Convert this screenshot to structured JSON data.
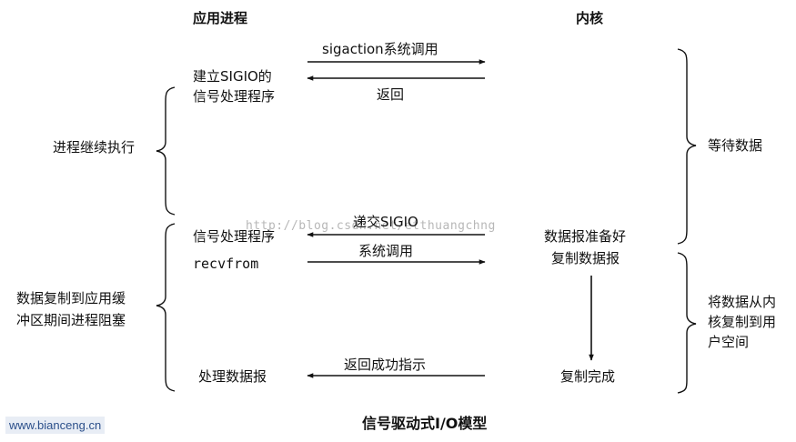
{
  "headers": {
    "app": "应用进程",
    "kernel": "内核"
  },
  "arrows": {
    "sigaction": "sigaction系统调用",
    "return1": "返回",
    "deliver": "递交SIGIO",
    "syscall": "系统调用",
    "return2": "返回成功指示"
  },
  "app_steps": {
    "setup_line1": "建立SIGIO的",
    "setup_line2": "信号处理程序",
    "handler": "信号处理程序",
    "recvfrom": "recvfrom",
    "process": "处理数据报"
  },
  "left_labels": {
    "continue": "进程继续执行",
    "blocked_line1": "数据复制到应用缓",
    "blocked_line2": "冲区期间进程阻塞"
  },
  "kernel_steps": {
    "ready": "数据报准备好",
    "copy": "复制数据报",
    "done": "复制完成"
  },
  "right_labels": {
    "wait": "等待数据",
    "copy_line1": "将数据从内",
    "copy_line2": "核复制到用",
    "copy_line3": "户空间"
  },
  "caption": "信号驱动式I/O模型",
  "watermark": {
    "blog": "http://blog.csdn.net/etthuangchng",
    "site": "www.bianceng.cn"
  }
}
